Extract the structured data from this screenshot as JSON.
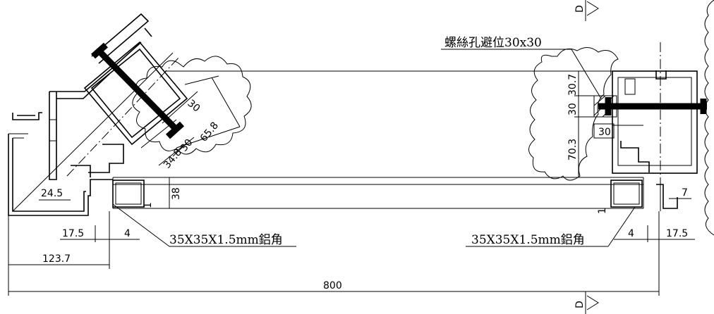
{
  "dims": {
    "d24_5": "24.5",
    "d17_5_left": "17.5",
    "d4_left": "4",
    "d123_7": "123.7",
    "d800": "800",
    "d38": "38",
    "d1_left": "1",
    "d34_8": "34.8",
    "d30_a": "30",
    "d30_b": "30",
    "d65_8": "65.8",
    "d30_7": "30.7",
    "d30_mid": "30",
    "d70_3": "70.3",
    "d30_box": "30",
    "d1_right": "1",
    "d4_right": "4",
    "d17_5_right": "17.5",
    "d7": "7"
  },
  "labels": {
    "corner_left": "35X35X1.5mm鋁角",
    "corner_right": "35X35X1.5mm鋁角",
    "screw_hole": "螺絲孔避位30x30"
  },
  "section_marks": {
    "top": "D",
    "bottom": "D"
  }
}
